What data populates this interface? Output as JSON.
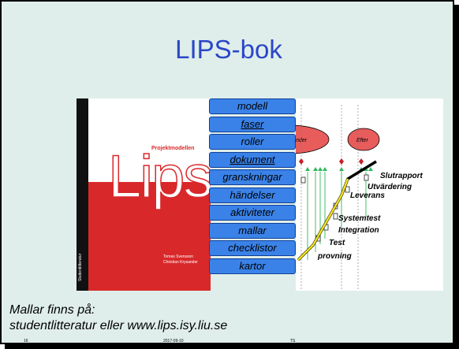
{
  "slide": {
    "title": "LIPS-bok",
    "caption_line1": "Mallar finns på:",
    "caption_line2": "studentlitteratur eller www.lips.isy.liu.se",
    "footer": {
      "page": "16",
      "date": "2017-09-10",
      "author": "TS"
    },
    "background_color": "#dfeeea",
    "title_color": "#2b46c8"
  },
  "book": {
    "subtitle": "Projektmodellen",
    "logo": "Lips",
    "authors": [
      "Tomas Svensson",
      "Christian Krysander"
    ],
    "publisher": "Studentlitteratur",
    "accent_color": "#d9282a"
  },
  "menu": {
    "items": [
      {
        "label": "modell",
        "underlined": false
      },
      {
        "label": "faser",
        "underlined": true
      },
      {
        "label": "roller",
        "underlined": false
      },
      {
        "label": "dokument",
        "underlined": true
      },
      {
        "label": "granskningar",
        "underlined": false
      },
      {
        "label": "händelser",
        "underlined": false
      },
      {
        "label": "aktiviteter",
        "underlined": false
      },
      {
        "label": "mallar",
        "underlined": false
      },
      {
        "label": "checklistor",
        "underlined": false
      },
      {
        "label": "kartor",
        "underlined": false
      }
    ],
    "button_color": "#3a82e8"
  },
  "diagram": {
    "phases": [
      "nder",
      "Efter"
    ],
    "documents": [
      "Slutrapport",
      "Utvärdering",
      "Leverans",
      "Systemtest",
      "Integration",
      "Test",
      "provning"
    ],
    "oval_color": "#e85c5c"
  }
}
